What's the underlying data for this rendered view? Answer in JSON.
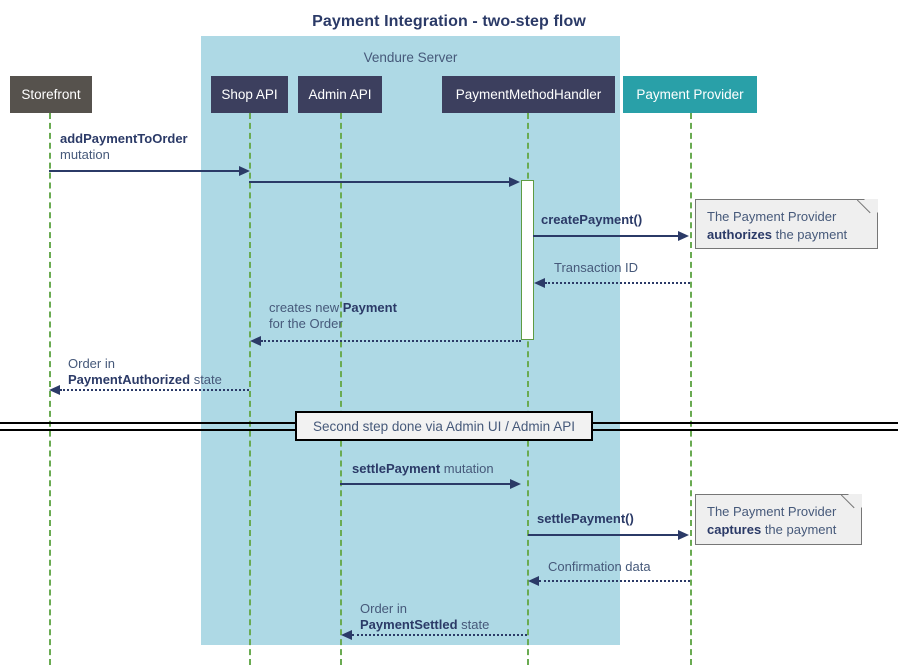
{
  "title": "Payment Integration - two-step flow",
  "group": {
    "label": "Vendure Server"
  },
  "participants": [
    {
      "id": "storefront",
      "label": "Storefront",
      "color": "#56524d"
    },
    {
      "id": "shop-api",
      "label": "Shop API",
      "color": "#3c3f5e"
    },
    {
      "id": "admin-api",
      "label": "Admin API",
      "color": "#3c3f5e"
    },
    {
      "id": "payment-method-handler",
      "label": "PaymentMethodHandler",
      "color": "#3c3f5e"
    },
    {
      "id": "payment-provider",
      "label": "Payment Provider",
      "color": "#29a0a8"
    }
  ],
  "messages": [
    {
      "id": "add-payment-to-order",
      "from": "storefront",
      "to": "shop-api",
      "style": "solid",
      "direction": "right",
      "label_bold": "addPaymentToOrder",
      "label_plain": "mutation"
    },
    {
      "id": "shop-api-to-handler",
      "from": "shop-api",
      "to": "payment-method-handler",
      "style": "solid",
      "direction": "right",
      "label_bold": "",
      "label_plain": ""
    },
    {
      "id": "create-payment",
      "from": "payment-method-handler",
      "to": "payment-provider",
      "style": "solid",
      "direction": "right",
      "label_bold": "createPayment()",
      "label_plain": ""
    },
    {
      "id": "transaction-id",
      "from": "payment-provider",
      "to": "payment-method-handler",
      "style": "dotted",
      "direction": "left",
      "label_bold": "",
      "label_plain": "Transaction ID"
    },
    {
      "id": "creates-new-payment",
      "from": "payment-method-handler",
      "to": "shop-api",
      "style": "dotted",
      "direction": "left",
      "label_line1_plain": "creates new ",
      "label_line1_bold": "Payment",
      "label_line2_plain": "for the Order"
    },
    {
      "id": "order-payment-authorized",
      "from": "shop-api",
      "to": "storefront",
      "style": "dotted",
      "direction": "left",
      "label_line1_plain": "Order in",
      "label_line2_bold": "PaymentAuthorized",
      "label_line2_plain": " state"
    },
    {
      "id": "settle-payment-mutation",
      "from": "admin-api",
      "to": "payment-method-handler",
      "style": "solid",
      "direction": "right",
      "label_bold": "settlePayment",
      "label_plain": " mutation"
    },
    {
      "id": "settle-payment-call",
      "from": "payment-method-handler",
      "to": "payment-provider",
      "style": "solid",
      "direction": "right",
      "label_bold": "settlePayment()",
      "label_plain": ""
    },
    {
      "id": "confirmation-data",
      "from": "payment-provider",
      "to": "payment-method-handler",
      "style": "dotted",
      "direction": "left",
      "label_bold": "",
      "label_plain": "Confirmation data"
    },
    {
      "id": "order-payment-settled",
      "from": "payment-method-handler",
      "to": "admin-api",
      "style": "dotted",
      "direction": "left",
      "label_line1_plain": "Order in",
      "label_line2_bold": "PaymentSettled",
      "label_line2_plain": " state"
    }
  ],
  "notes": [
    {
      "id": "note-authorizes",
      "line1": "The Payment Provider",
      "line2_bold": "authorizes",
      "line2_plain": " the payment"
    },
    {
      "id": "note-captures",
      "line1": "The Payment Provider",
      "line2_bold": "captures",
      "line2_plain": " the payment"
    }
  ],
  "divider": {
    "label": "Second step done via Admin UI / Admin API"
  },
  "colors": {
    "group_bg": "#aed9e5",
    "participant_dark": "#3c3f5e",
    "participant_storefront": "#56524d",
    "participant_provider": "#29a0a8",
    "lifeline": "#6aab52",
    "arrow": "#2b3a67",
    "note_bg": "#efefef",
    "text": "#46597a"
  }
}
